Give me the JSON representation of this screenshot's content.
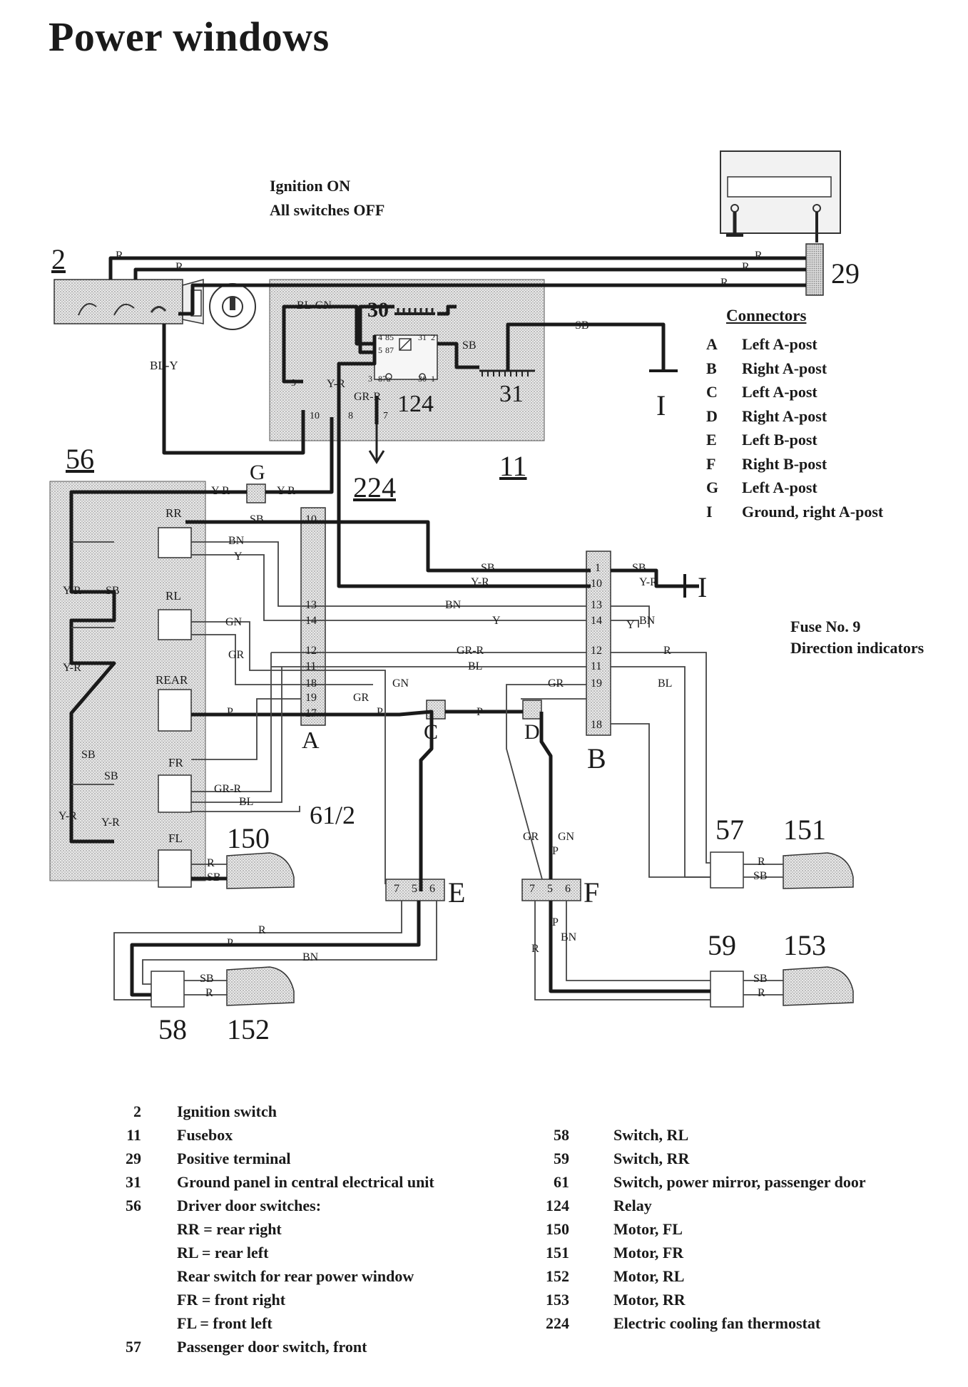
{
  "title": "Power windows",
  "status": [
    "Ignition ON",
    "All switches OFF"
  ],
  "connectors": {
    "heading": "Connectors",
    "items": [
      {
        "letter": "A",
        "desc": "Left A-post"
      },
      {
        "letter": "B",
        "desc": "Right A-post"
      },
      {
        "letter": "C",
        "desc": "Left A-post"
      },
      {
        "letter": "D",
        "desc": "Right A-post"
      },
      {
        "letter": "E",
        "desc": "Left B-post"
      },
      {
        "letter": "F",
        "desc": "Right B-post"
      },
      {
        "letter": "G",
        "desc": "Left A-post"
      },
      {
        "letter": "I",
        "desc": "Ground, right A-post"
      }
    ]
  },
  "fuse_note": [
    "Fuse No. 9",
    "Direction indicators"
  ],
  "component_numbers": {
    "n2": "2",
    "n29": "29",
    "n11": "11",
    "n30": "30",
    "n31": "31",
    "n124": "124",
    "n224": "224",
    "n56": "56",
    "n57": "57",
    "n151": "151",
    "n59": "59",
    "n153": "153",
    "n58": "58",
    "n152": "152",
    "n150": "150",
    "n61": "61/2",
    "conn_I": "I"
  },
  "connector_labels": {
    "A": "A",
    "B": "B",
    "C": "C",
    "D": "D",
    "E": "E",
    "F": "F",
    "G": "G",
    "I": "I"
  },
  "switch_labels": {
    "rr": "RR",
    "rl": "RL",
    "rear": "REAR",
    "fr": "FR",
    "fl": "FL"
  },
  "wire_labels": {
    "R": "R",
    "SB": "SB",
    "BN": "BN",
    "Y": "Y",
    "GN": "GN",
    "GR": "GR",
    "P": "P",
    "BL": "BL",
    "YR": "Y-R",
    "GRR": "GR-R",
    "BLGN": "BL-GN",
    "BLY": "BL-Y"
  },
  "pin_labels_A": [
    "10",
    "13",
    "14",
    "12",
    "11",
    "18",
    "19",
    "17"
  ],
  "pin_labels_B": [
    "1",
    "10",
    "13",
    "14",
    "12",
    "11",
    "19",
    "18"
  ],
  "pin_labels_EF": [
    "7",
    "5",
    "6"
  ],
  "relay_pins": {
    "p85": "85",
    "p86": "4",
    "p87": "87",
    "p5": "5",
    "p87a": "87a",
    "p3": "3",
    "p30": "30",
    "p1": "1",
    "p31": "31",
    "p2": "2"
  },
  "fuse_pins": {
    "f9": "9",
    "f10": "10",
    "f8": "8",
    "f7": "7"
  },
  "legend": {
    "left": [
      {
        "num": "2",
        "desc": "Ignition switch"
      },
      {
        "num": "11",
        "desc": "Fusebox"
      },
      {
        "num": "29",
        "desc": "Positive terminal"
      },
      {
        "num": "31",
        "desc": "Ground panel in central electrical unit"
      },
      {
        "num": "56",
        "desc": "Driver door switches:"
      },
      {
        "num": "",
        "desc": "RR = rear right"
      },
      {
        "num": "",
        "desc": "RL = rear left"
      },
      {
        "num": "",
        "desc": "Rear switch for rear power window"
      },
      {
        "num": "",
        "desc": "FR = front right"
      },
      {
        "num": "",
        "desc": "FL = front left"
      },
      {
        "num": "57",
        "desc": "Passenger door switch, front"
      }
    ],
    "right": [
      {
        "num": "58",
        "desc": "Switch, RL"
      },
      {
        "num": "59",
        "desc": "Switch, RR"
      },
      {
        "num": "61",
        "desc": "Switch, power mirror, passenger door"
      },
      {
        "num": "124",
        "desc": "Relay"
      },
      {
        "num": "150",
        "desc": "Motor, FL"
      },
      {
        "num": "151",
        "desc": "Motor, FR"
      },
      {
        "num": "152",
        "desc": "Motor, RL"
      },
      {
        "num": "153",
        "desc": "Motor, RR"
      },
      {
        "num": "224",
        "desc": "Electric cooling fan thermostat"
      }
    ]
  }
}
